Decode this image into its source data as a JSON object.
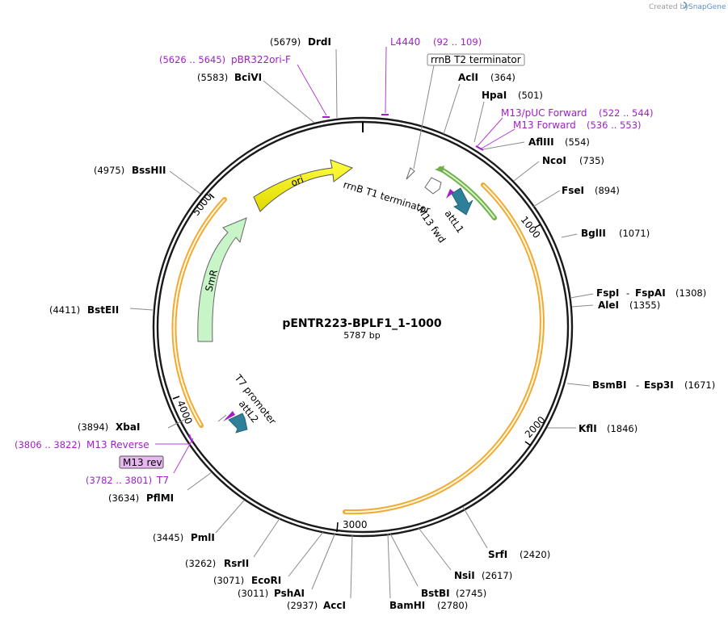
{
  "credit": {
    "prefix": "Created by",
    "brand": "SnapGene"
  },
  "plasmid": {
    "name": "pENTR223-BPLF1_1-1000",
    "size_label": "5787 bp"
  },
  "ruler": [
    "1000",
    "2000",
    "3000",
    "4000",
    "5000"
  ],
  "features": {
    "ori": "ori",
    "smr": "SmR",
    "rrnb_t1": "rrnB T1 terminator",
    "rrnb_t2": "rrnB T2 terminator",
    "attl1": "attL1",
    "m13fwd": "M13 fwd",
    "t7promoter": "T7 promoter",
    "attl2": "attL2"
  },
  "sites": [
    {
      "name": "DrdI",
      "pos": "(5679)"
    },
    {
      "name": "BciVI",
      "pos": "(5583)"
    },
    {
      "name": "AclI",
      "pos": "(364)"
    },
    {
      "name": "HpaI",
      "pos": "(501)"
    },
    {
      "name": "AflIII",
      "pos": "(554)"
    },
    {
      "name": "NcoI",
      "pos": "(735)"
    },
    {
      "name": "FseI",
      "pos": "(894)"
    },
    {
      "name": "BglII",
      "pos": "(1071)"
    },
    {
      "name": "FspI",
      "sep": "-",
      "name2": "FspAI",
      "pos": "(1308)"
    },
    {
      "name": "AleI",
      "pos": "(1355)"
    },
    {
      "name": "BsmBI",
      "sep": "-",
      "name2": "Esp3I",
      "pos": "(1671)"
    },
    {
      "name": "KflI",
      "pos": "(1846)"
    },
    {
      "name": "SrfI",
      "pos": "(2420)"
    },
    {
      "name": "NsiI",
      "pos": "(2617)"
    },
    {
      "name": "BstBI",
      "pos": "(2745)"
    },
    {
      "name": "BamHI",
      "pos": "(2780)"
    },
    {
      "name": "AccI",
      "pos": "(2937)"
    },
    {
      "name": "PshAI",
      "pos": "(3011)"
    },
    {
      "name": "EcoRI",
      "pos": "(3071)"
    },
    {
      "name": "RsrII",
      "pos": "(3262)"
    },
    {
      "name": "PmlI",
      "pos": "(3445)"
    },
    {
      "name": "PflMI",
      "pos": "(3634)"
    },
    {
      "name": "XbaI",
      "pos": "(3894)"
    },
    {
      "name": "BstEII",
      "pos": "(4411)"
    },
    {
      "name": "BssHII",
      "pos": "(4975)"
    }
  ],
  "primers": [
    {
      "name": "L4440",
      "pos": "(92 .. 109)"
    },
    {
      "name": "pBR322ori-F",
      "pos": "(5626 .. 5645)"
    },
    {
      "name": "M13/pUC Forward",
      "pos": "(522 .. 544)"
    },
    {
      "name": "M13 Forward",
      "pos": "(536 .. 553)"
    },
    {
      "name": "M13 Reverse",
      "pos": "(3806 .. 3822)"
    },
    {
      "name": "M13 rev",
      "pos": ""
    },
    {
      "name": "T7",
      "pos": "(3782 .. 3801)"
    }
  ],
  "colors": {
    "backbone": "#1a1a1a",
    "orange_feature": "#f0a830",
    "ori": "#f5f500",
    "smr": "#c8f5c8",
    "attl": "#2e7f98",
    "primer": "#a020c8",
    "primer_box": "#e8b6f0",
    "green_arc": "#9bd870"
  }
}
